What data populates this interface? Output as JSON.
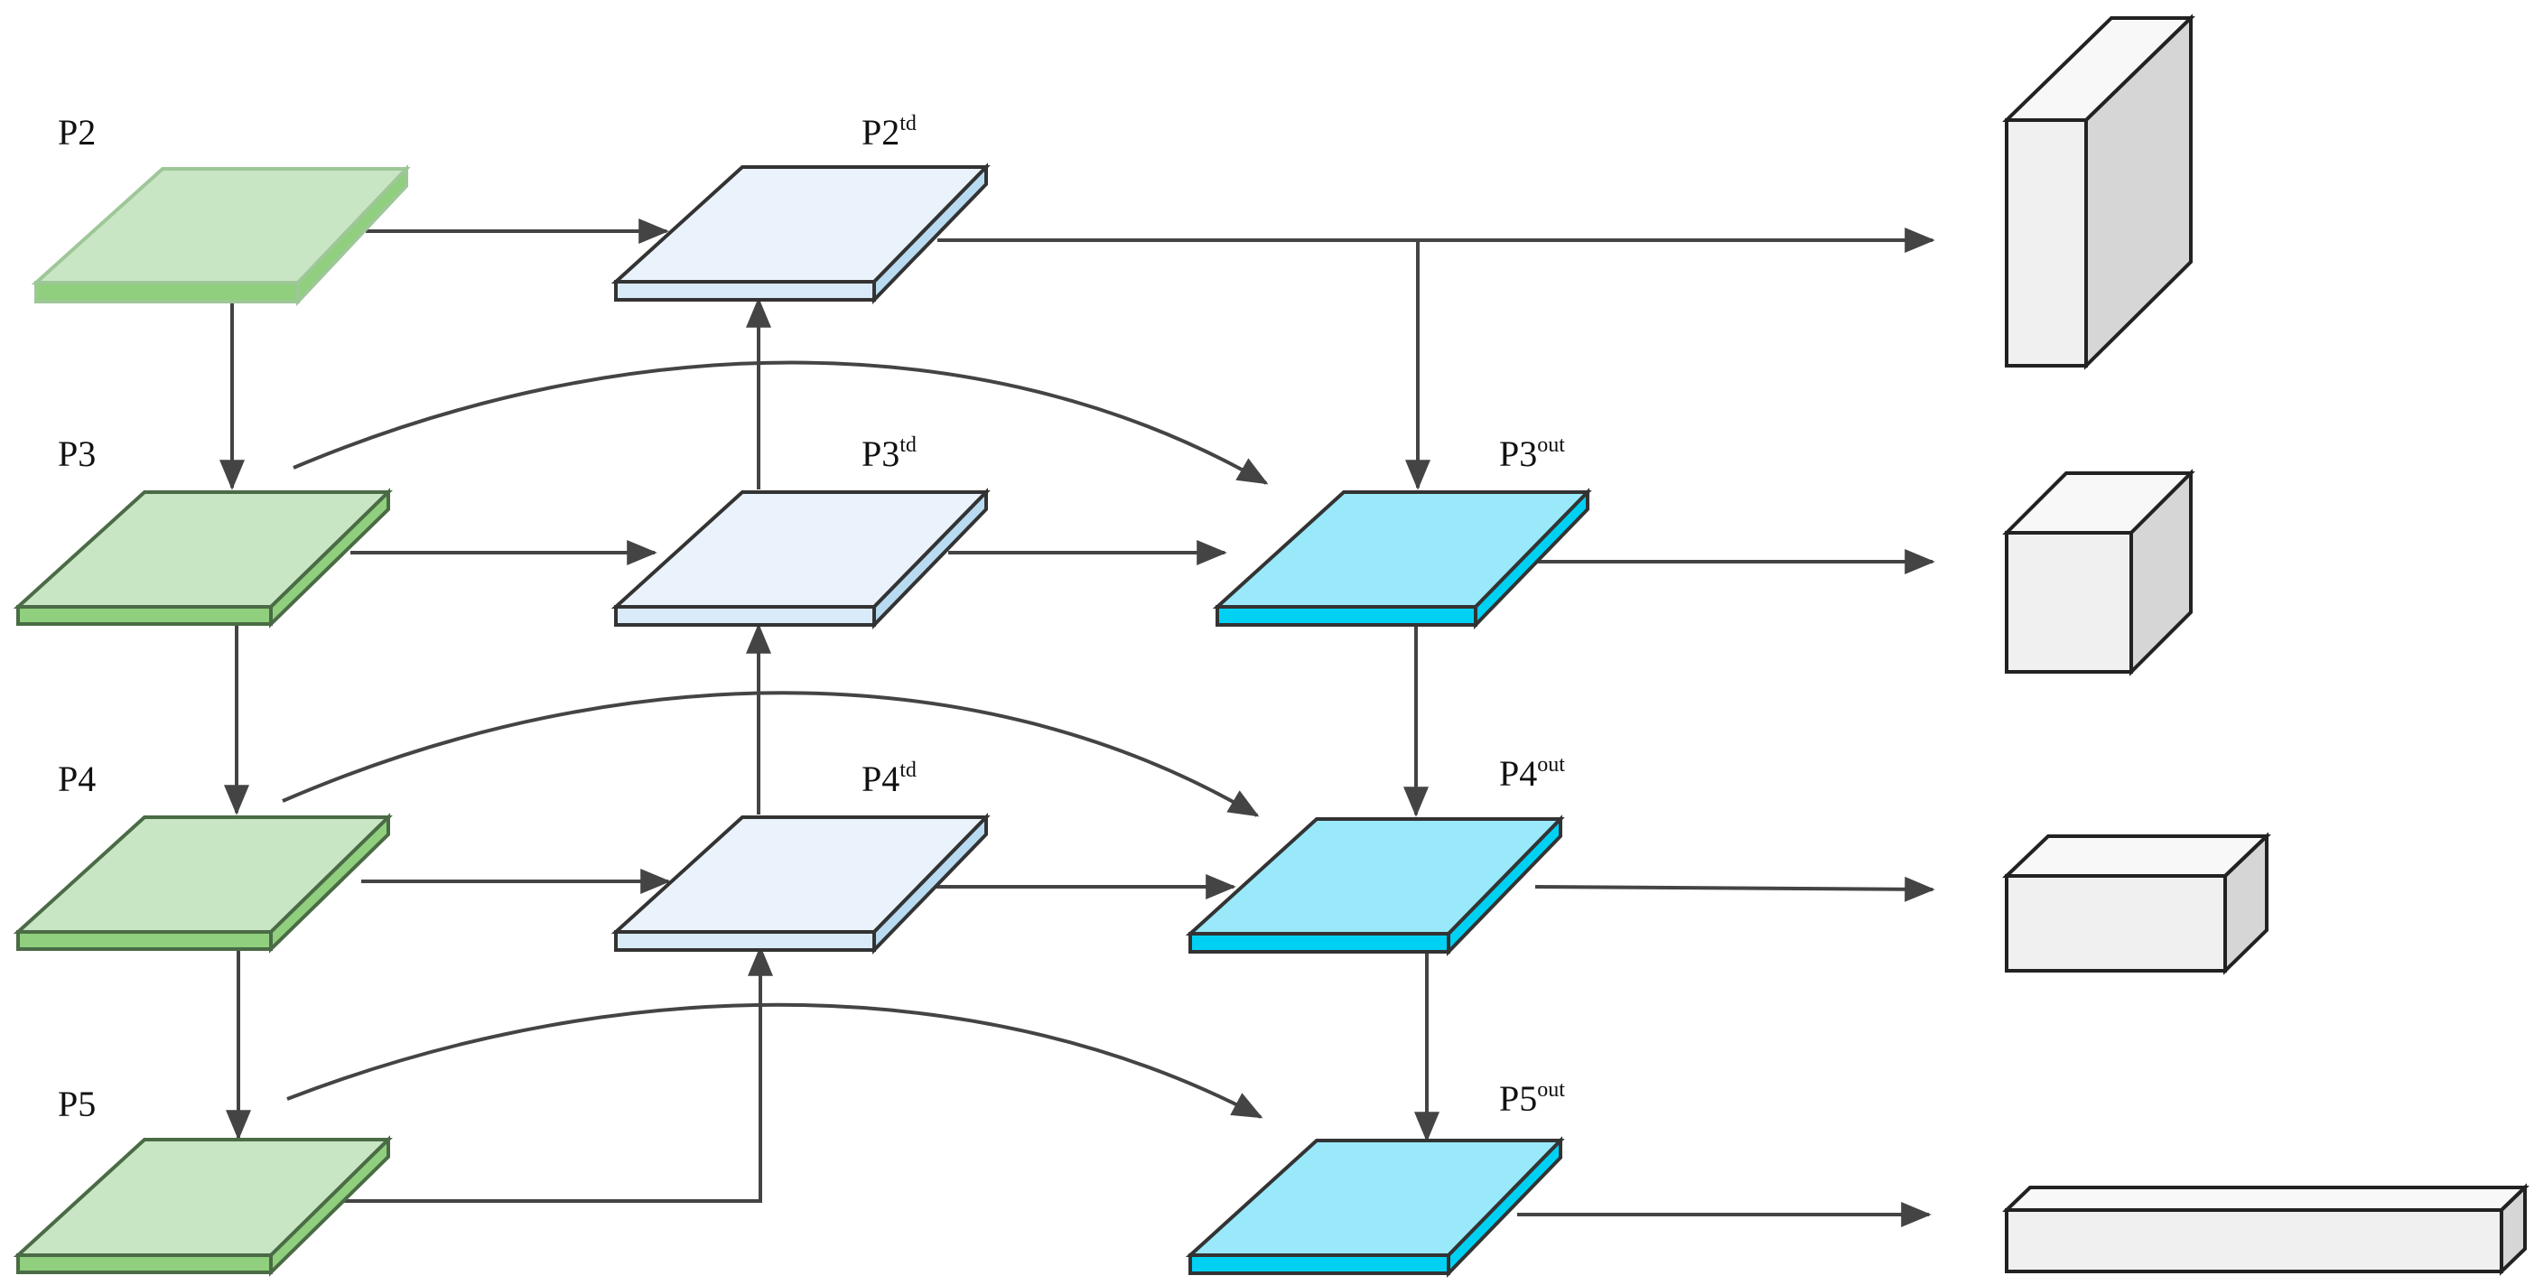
{
  "labels": {
    "p2": "P2",
    "p3": "P3",
    "p4": "P4",
    "p5": "P5",
    "p2td": {
      "base": "P2",
      "sup": "td"
    },
    "p3td": {
      "base": "P3",
      "sup": "td"
    },
    "p4td": {
      "base": "P4",
      "sup": "td"
    },
    "p3out": {
      "base": "P3",
      "sup": "out"
    },
    "p4out": {
      "base": "P4",
      "sup": "out"
    },
    "p5out": {
      "base": "P5",
      "sup": "out"
    }
  },
  "colors": {
    "input_top": "#c9e6c4",
    "input_side": "#8fcf7e",
    "input_edge": "#4a6b45",
    "td_top": "#eaf3fb",
    "td_side": "#b9dbf2",
    "td_edge": "#333333",
    "out_top": "#99e9fb",
    "out_side": "#00d1f3",
    "out_edge": "#333333",
    "box_front": "#f0f0f0",
    "box_side": "#d6d6d6",
    "box_top": "#f8f8f8",
    "arrow": "#444444"
  }
}
